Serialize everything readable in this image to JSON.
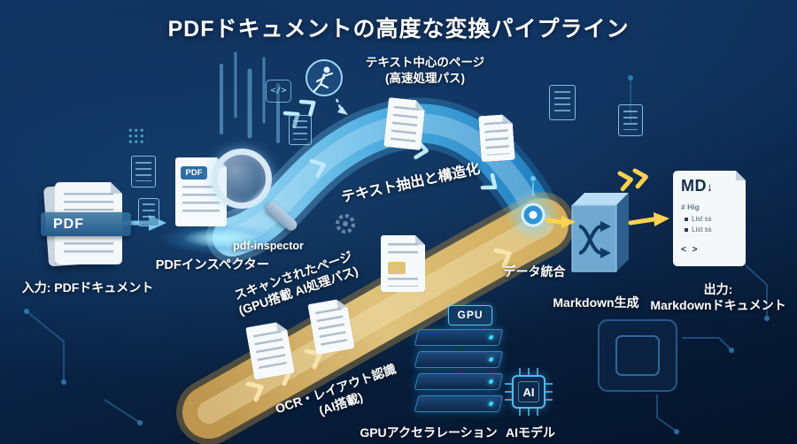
{
  "title": "PDFドキュメントの高度な変換パイプライン",
  "input": {
    "badge": "PDF",
    "label": "入力: PDFドキュメント"
  },
  "inspector": {
    "doc_badge": "PDF",
    "tool_name": "pdf-inspector",
    "label": "PDFインスペクター"
  },
  "fast_path": {
    "title_line1": "テキスト中心のページ",
    "title_line2": "(高速処理パス)",
    "step_label": "テキスト抽出と構造化"
  },
  "ai_path": {
    "title_line1": "スキャンされたページ",
    "title_line2": "(GPU搭載 AI処理パス)",
    "ocr_line1": "OCR・レイアウト認識",
    "ocr_line2": "(AI搭載)"
  },
  "gpu": {
    "badge": "GPU",
    "label": "GPUアクセラレーション"
  },
  "ai_model": {
    "badge": "AI",
    "label": "AIモデル"
  },
  "merge": {
    "label": "データ統合"
  },
  "markdown_gen": {
    "label": "Markdown生成"
  },
  "output": {
    "badge": "MD",
    "badge_arrow": "↓",
    "doc_heading": "# Hig",
    "doc_list": [
      "List ss",
      "List ss"
    ],
    "doc_code": "< >",
    "label_line1": "出力:",
    "label_line2": "Markdownドキュメント"
  },
  "deco": {
    "code_icon": "</>"
  },
  "colors": {
    "background": "#0b2a52",
    "fast_path_blue": "#3fa9e8",
    "ai_path_gold": "#d9b25f",
    "accent_cyan": "#7fd8ff",
    "accent_yellow": "#ffd34d"
  }
}
